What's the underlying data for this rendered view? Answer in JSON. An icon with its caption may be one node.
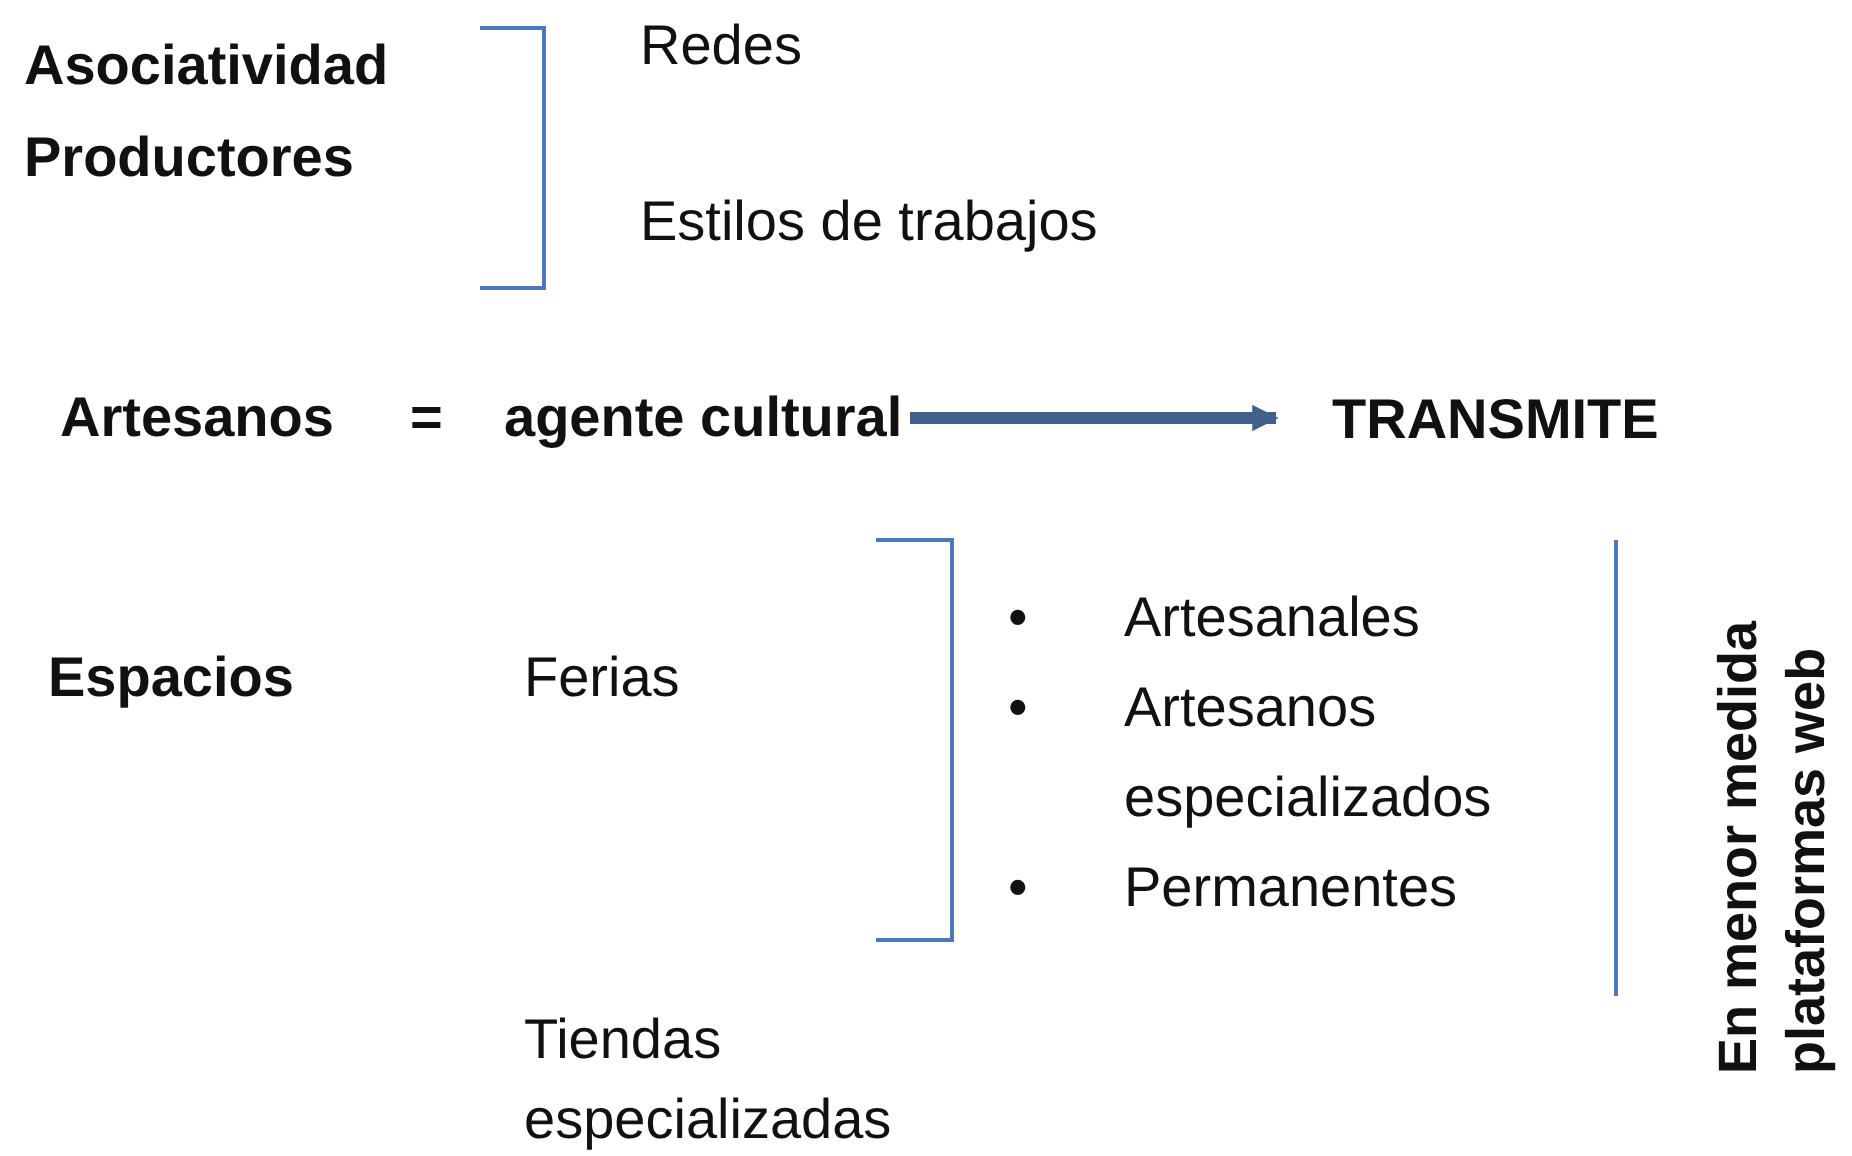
{
  "diagram": {
    "nodes": [
      {
        "text": [
          "agente cultural"
        ]
      },
      {
        "text": [
          "TRANSMITE"
        ]
      }
    ],
    "edges": [
      {
        "from": 0,
        "to": 1,
        "arrow": "to"
      }
    ],
    "labels": [
      "Asociatividad Productores",
      "Redes",
      "Estilos de trabajos",
      "Artesanos",
      "=",
      "Espacios",
      "Ferias",
      "•",
      "Artesanales",
      "•",
      "Artesanos especializados",
      "•",
      "Permanentes",
      "Tiendas especializadas",
      "En menor medida plataformas web"
    ]
  }
}
